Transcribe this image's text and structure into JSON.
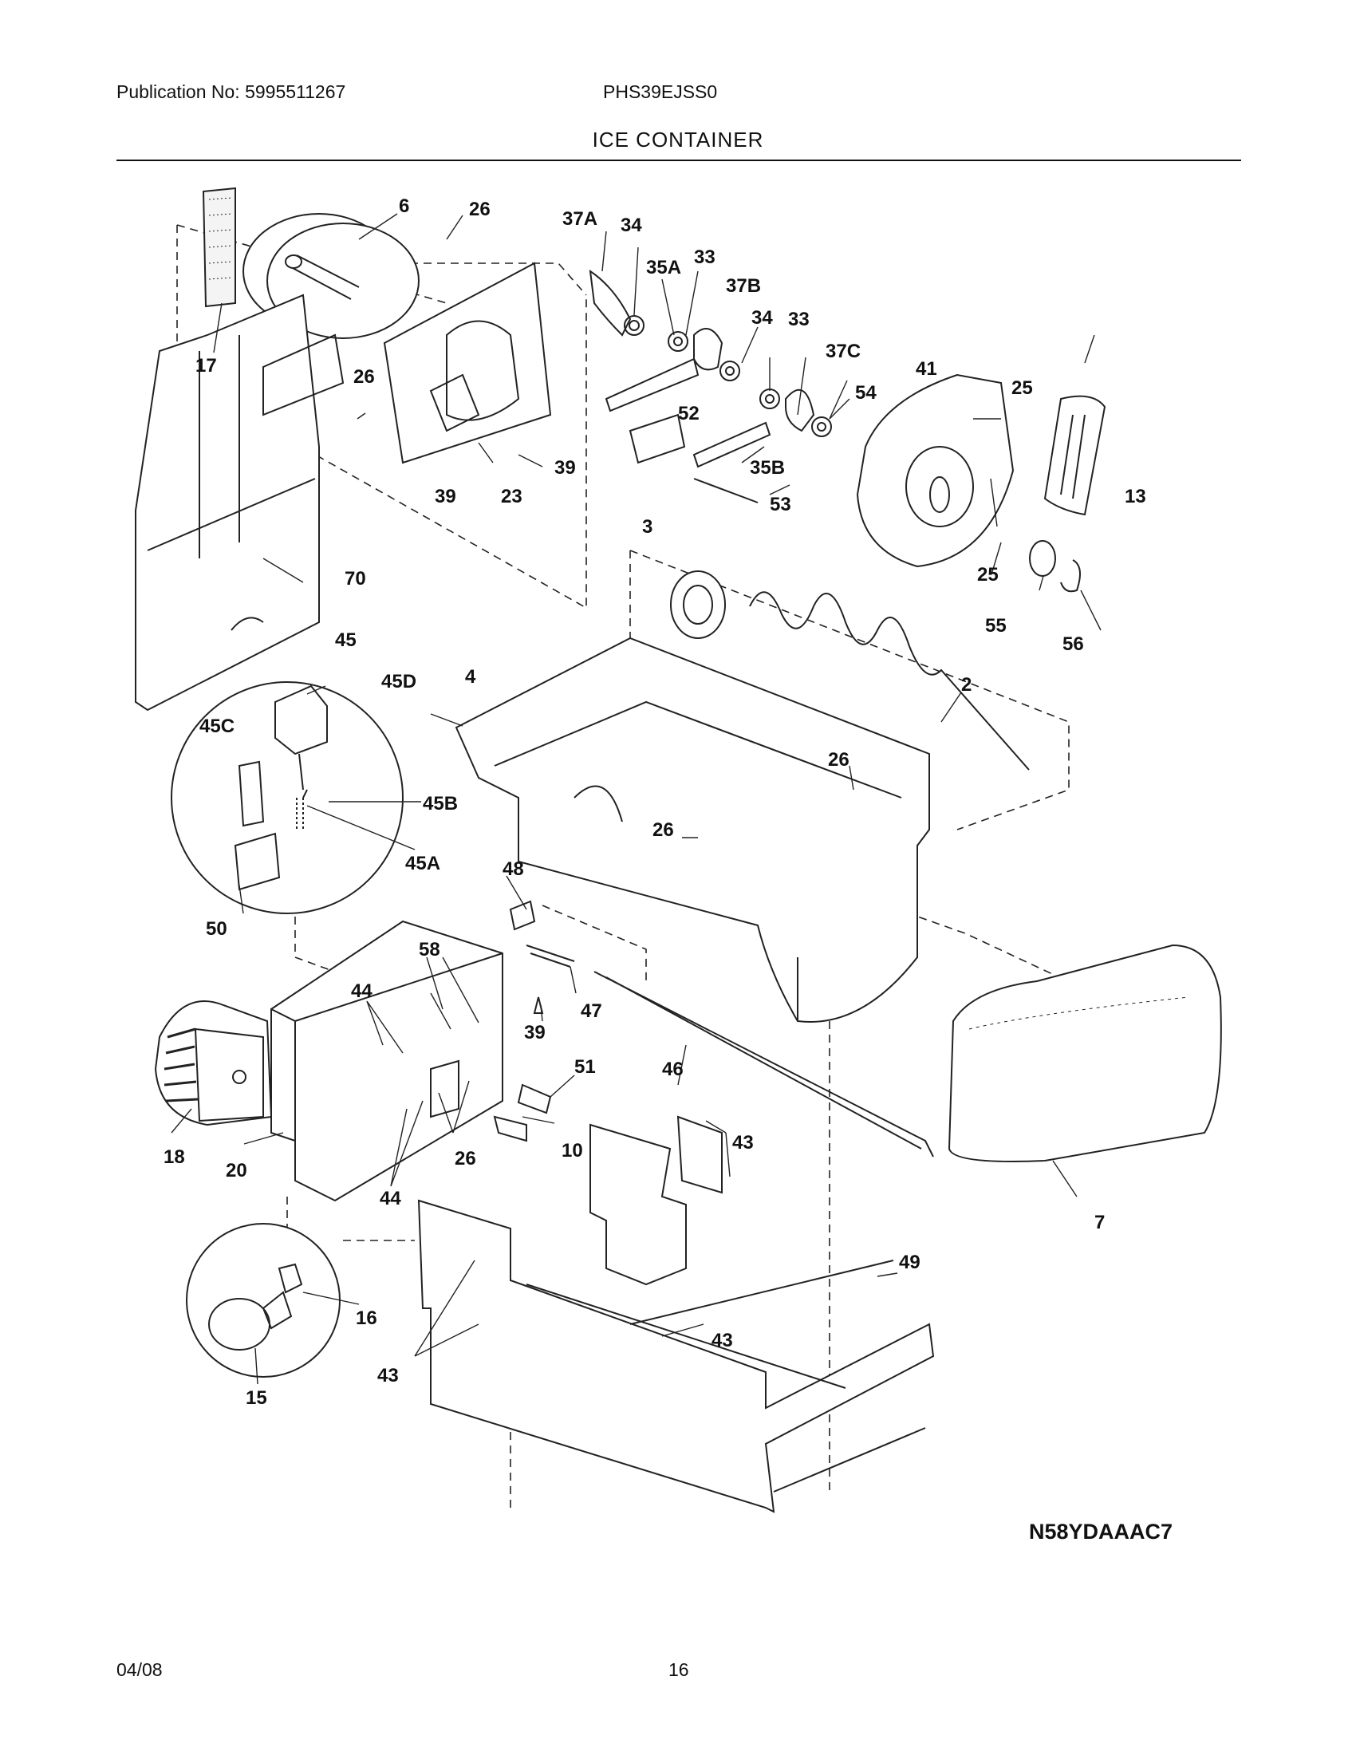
{
  "header": {
    "publication": "Publication No: 5995511267",
    "model": "PHS39EJSS0",
    "title": "ICE CONTAINER"
  },
  "diagram": {
    "drawing_code": "N58YDAAAC7",
    "callouts": {
      "p6": "6",
      "p26a": "26",
      "p37a": "37A",
      "p34a": "34",
      "p35a": "35A",
      "p33a": "33",
      "p37b": "37B",
      "p34b": "34",
      "p33b": "33",
      "p37c": "37C",
      "p41": "41",
      "p25a": "25",
      "p17": "17",
      "p26b": "26",
      "p54": "54",
      "p52": "52",
      "p39a": "39",
      "p23": "23",
      "p39b": "39",
      "p35b": "35B",
      "p53": "53",
      "p13": "13",
      "p25b": "25",
      "p70": "70",
      "p3": "3",
      "p55": "55",
      "p56": "56",
      "p45": "45",
      "p45d": "45D",
      "p4": "4",
      "p2": "2",
      "p45c": "45C",
      "p26c": "26",
      "p45b": "45B",
      "p26d": "26",
      "p45a": "45A",
      "p48": "48",
      "p50": "50",
      "p58": "58",
      "p44a": "44",
      "p47": "47",
      "p39c": "39",
      "p51": "51",
      "p46": "46",
      "p43a": "43",
      "p10": "10",
      "p18": "18",
      "p20": "20",
      "p26e": "26",
      "p44b": "44",
      "p7": "7",
      "p49": "49",
      "p16": "16",
      "p43b": "43",
      "p43c": "43",
      "p15": "15"
    }
  },
  "footer": {
    "date": "04/08",
    "page": "16"
  }
}
